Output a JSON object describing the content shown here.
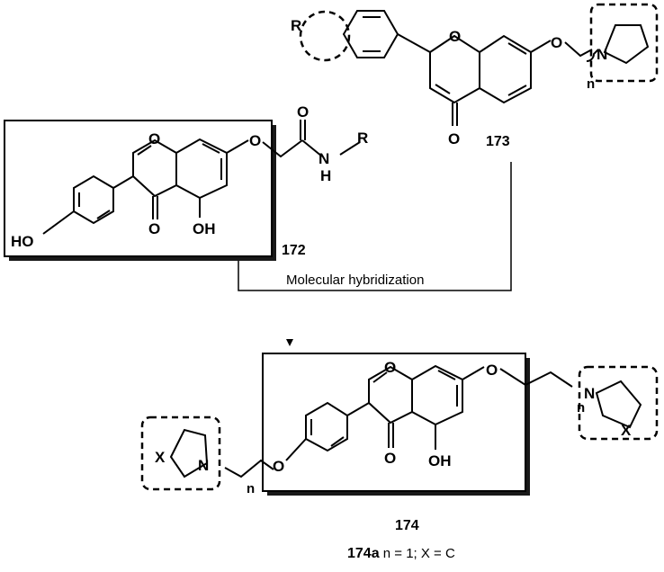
{
  "compounds": {
    "c172": "172",
    "c173": "173",
    "c174": "174",
    "c174a_id": "174a",
    "c174a_desc": " n = 1; X = C"
  },
  "arrow_label": "Molecular hybridization",
  "atoms": {
    "R": "R",
    "O": "O",
    "N": "N",
    "H": "H",
    "HO": "HO",
    "OH": "OH",
    "X": "X",
    "n": "n"
  }
}
